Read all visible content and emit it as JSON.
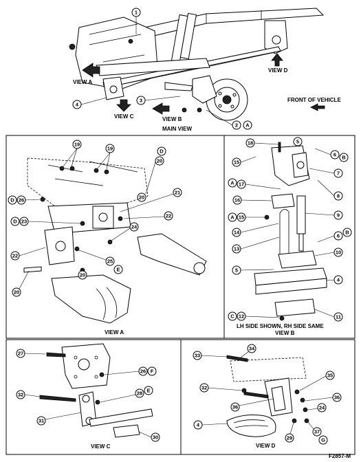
{
  "views": {
    "main": "MAIN VIEW",
    "a": "VIEW A",
    "b": "VIEW B",
    "c": "VIEW C",
    "d": "VIEW D",
    "b_caption": "LH SIDE SHOWN, RH SIDE SAME"
  },
  "arrows": {
    "view_a": "VIEW A",
    "view_b": "VIEW B",
    "view_c": "VIEW C",
    "view_d": "VIEW D",
    "front": "FRONT OF VEHICLE"
  },
  "figure_id": "F2857-M",
  "callouts": {
    "main": [
      "1",
      "2",
      "3",
      "4"
    ],
    "main_letters": [
      "A"
    ],
    "view_a": [
      "19",
      "19",
      "20",
      "20",
      "26",
      "21",
      "22",
      "23",
      "24",
      "25",
      "22",
      "20"
    ],
    "view_a_letters": [
      "D",
      "D",
      "D",
      "E"
    ],
    "view_b": [
      "18",
      "5",
      "6",
      "15",
      "7",
      "17",
      "8",
      "16",
      "15",
      "9",
      "14",
      "6",
      "13",
      "10",
      "5",
      "4",
      "12",
      "11"
    ],
    "view_b_letters": [
      "B",
      "A",
      "A",
      "B",
      "C"
    ],
    "view_c": [
      "27",
      "26",
      "32",
      "28",
      "31",
      "30"
    ],
    "view_c_letters": [
      "F",
      "E"
    ],
    "view_d": [
      "33",
      "34",
      "35",
      "32",
      "36",
      "36",
      "4",
      "24",
      "29",
      "37"
    ],
    "view_d_letters": [
      "G"
    ]
  }
}
